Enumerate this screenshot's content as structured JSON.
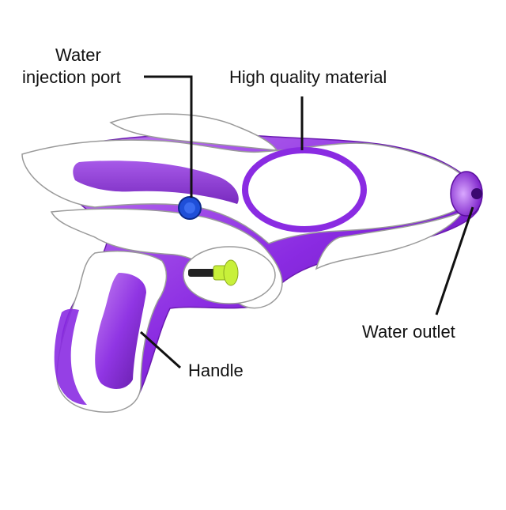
{
  "labels": {
    "water_injection_port_line1": "Water",
    "water_injection_port_line2": "injection port",
    "high_quality_material": "High quality material",
    "water_outlet": "Water outlet",
    "handle": "Handle"
  },
  "colors": {
    "purple": "#7a1ec8",
    "purple_light": "#b56ae6",
    "shell_white": "#ffffff",
    "outline": "#9a9a9a",
    "port_blue": "#1f4fd8",
    "trigger_green": "#c8f03a",
    "leader_line": "#111111"
  }
}
